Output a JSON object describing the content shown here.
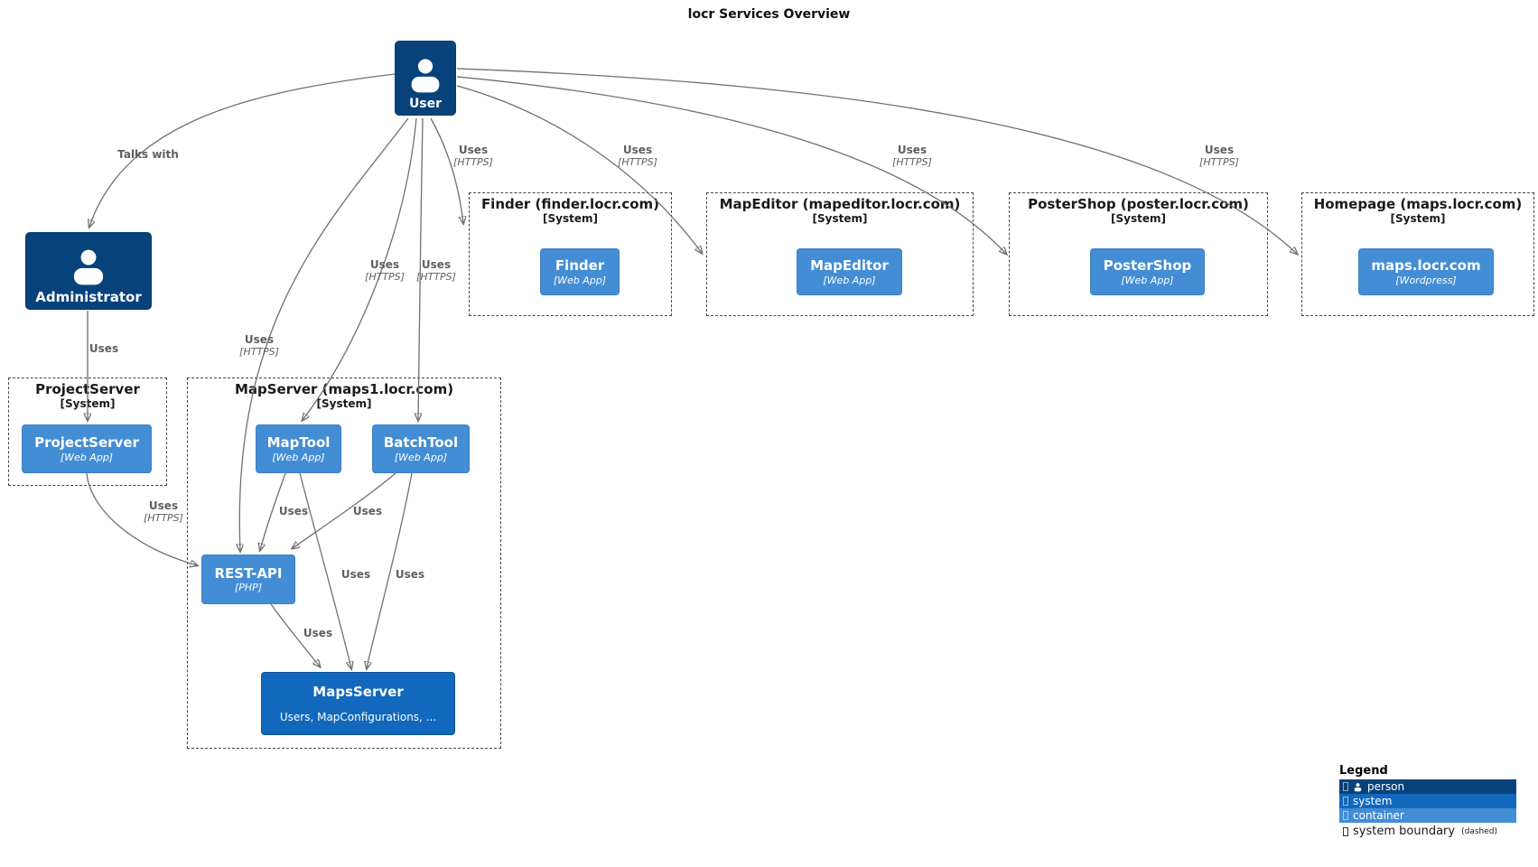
{
  "title": "locr Services Overview",
  "colors": {
    "person": "#08427B",
    "system": "#1168BD",
    "container": "#438DD5",
    "arrow": "#707070"
  },
  "persons": {
    "user": {
      "label": "User"
    },
    "administrator": {
      "label": "Administrator"
    }
  },
  "systems": {
    "finder": {
      "title": "Finder (finder.locr.com)",
      "type": "[System]",
      "container": {
        "name": "Finder",
        "tech": "[Web App]"
      }
    },
    "mapeditor": {
      "title": "MapEditor (mapeditor.locr.com)",
      "type": "[System]",
      "container": {
        "name": "MapEditor",
        "tech": "[Web App]"
      }
    },
    "postershop": {
      "title": "PosterShop (poster.locr.com)",
      "type": "[System]",
      "container": {
        "name": "PosterShop",
        "tech": "[Web App]"
      }
    },
    "homepage": {
      "title": "Homepage (maps.locr.com)",
      "type": "[System]",
      "container": {
        "name": "maps.locr.com",
        "tech": "[Wordpress]"
      }
    },
    "projectserver": {
      "title": "ProjectServer",
      "type": "[System]",
      "container": {
        "name": "ProjectServer",
        "tech": "[Web App]"
      }
    },
    "mapserver": {
      "title": "MapServer (maps1.locr.com)",
      "type": "[System]",
      "maptool": {
        "name": "MapTool",
        "tech": "[Web App]"
      },
      "batchtool": {
        "name": "BatchTool",
        "tech": "[Web App]"
      },
      "restapi": {
        "name": "REST-API",
        "tech": "[PHP]"
      },
      "mapsserver": {
        "name": "MapsServer",
        "desc": "Users, MapConfigurations, ..."
      }
    }
  },
  "edges": {
    "user_administrator": {
      "label": "Talks with",
      "tech": ""
    },
    "user_finder": {
      "label": "Uses",
      "tech": "[HTTPS]"
    },
    "user_mapeditor": {
      "label": "Uses",
      "tech": "[HTTPS]"
    },
    "user_postershop": {
      "label": "Uses",
      "tech": "[HTTPS]"
    },
    "user_homepage": {
      "label": "Uses",
      "tech": "[HTTPS]"
    },
    "user_maptool": {
      "label": "Uses",
      "tech": "[HTTPS]"
    },
    "user_batchtool": {
      "label": "Uses",
      "tech": "[HTTPS]"
    },
    "user_restapi": {
      "label": "Uses",
      "tech": "[HTTPS]"
    },
    "administrator_projectserver": {
      "label": "Uses",
      "tech": ""
    },
    "projectserver_restapi": {
      "label": "Uses",
      "tech": "[HTTPS]"
    },
    "maptool_restapi": {
      "label": "Uses",
      "tech": ""
    },
    "batchtool_restapi": {
      "label": "Uses",
      "tech": ""
    },
    "maptool_mapsserver": {
      "label": "Uses",
      "tech": ""
    },
    "batchtool_mapsserver": {
      "label": "Uses",
      "tech": ""
    },
    "restapi_mapsserver": {
      "label": "Uses",
      "tech": ""
    }
  },
  "legend": {
    "title": "Legend",
    "person": "person",
    "system": "system",
    "container": "container",
    "boundary": "system boundary",
    "boundary_note": "(dashed)"
  }
}
